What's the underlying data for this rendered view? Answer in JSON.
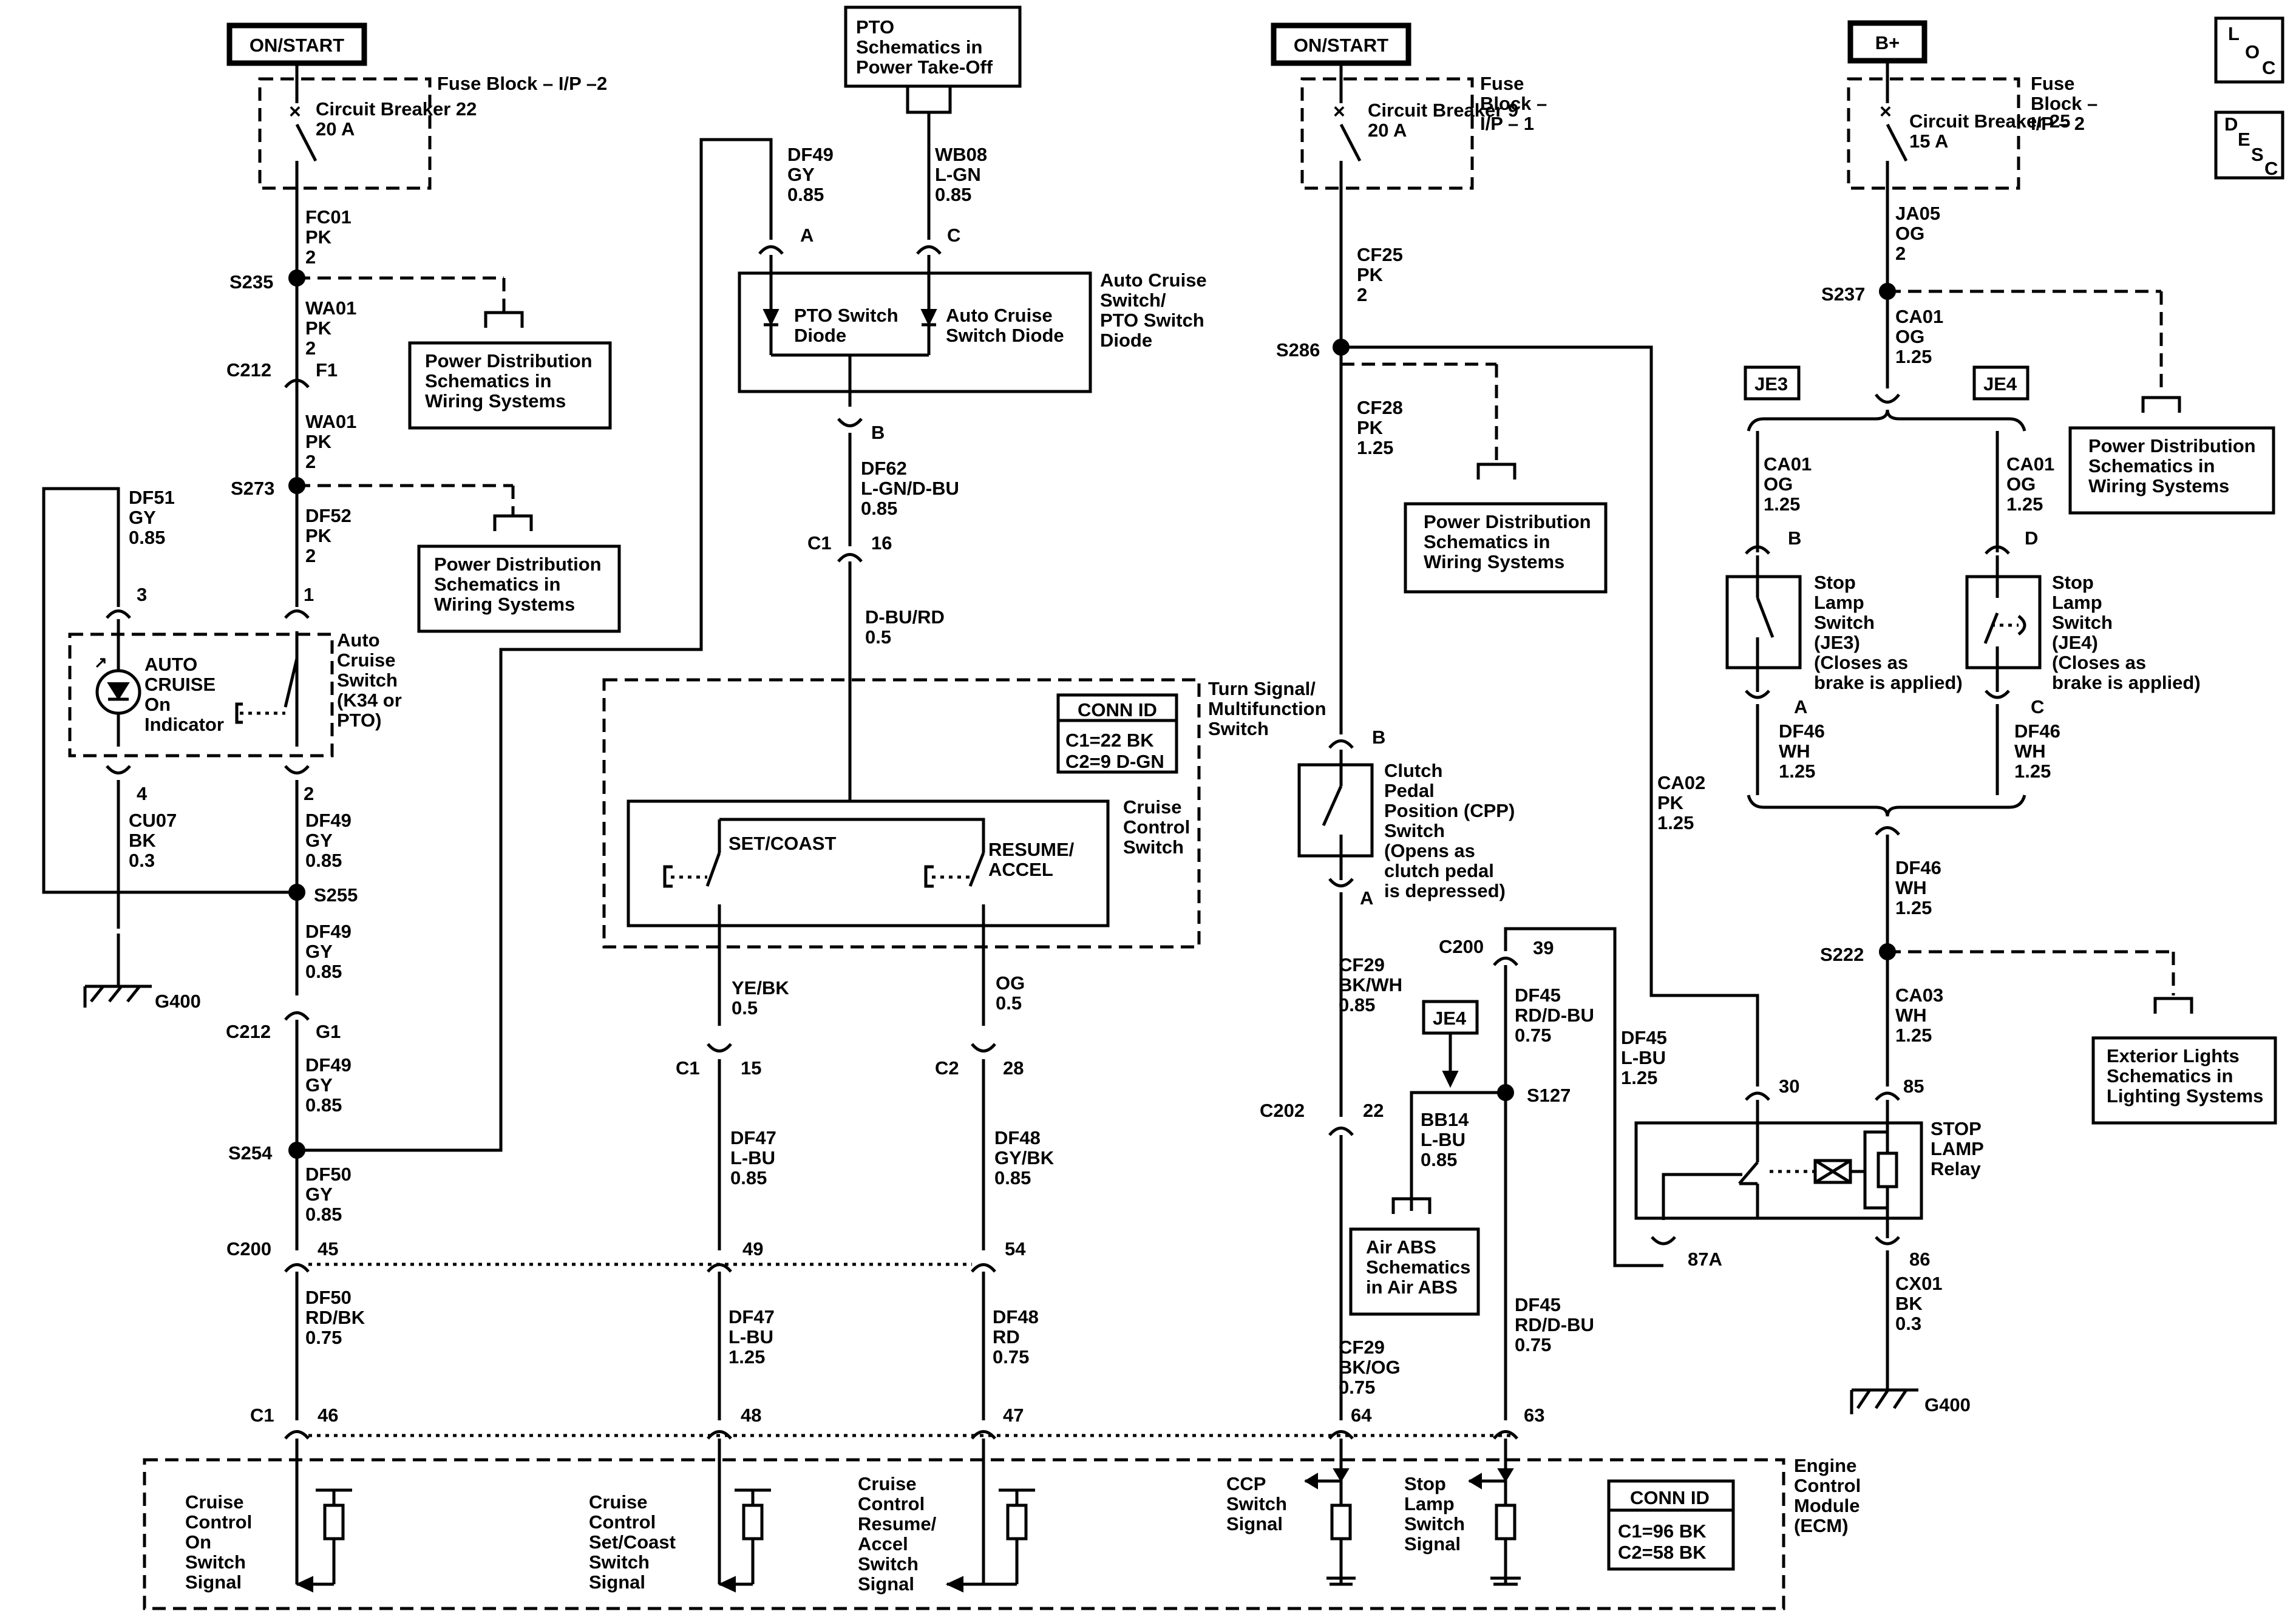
{
  "ignition": {
    "on_start_left": "ON/START",
    "on_start_right": "ON/START",
    "b_plus": "B+"
  },
  "refs": {
    "pto": "PTO Schematics in Power Take-Off",
    "loc": [
      "L",
      "O",
      "C"
    ],
    "desc": [
      "D",
      "E",
      "S",
      "C"
    ]
  },
  "fuses": {
    "cb22": {
      "name": "Circuit Breaker 22",
      "rating": "20 A",
      "block": "Fuse Block – I/P –2"
    },
    "cb9": {
      "name": "Circuit Breaker 9",
      "rating": "20 A",
      "block": "Fuse Block – I/P – 1"
    },
    "cb25": {
      "name": "Circuit Breaker 25",
      "rating": "15 A",
      "block": "Fuse Block – I/P – 2"
    }
  },
  "wires": {
    "fc01": [
      "FC01",
      "PK",
      "2"
    ],
    "wa01a": [
      "WA01",
      "PK",
      "2"
    ],
    "wa01b": [
      "WA01",
      "PK",
      "2"
    ],
    "df52": [
      "DF52",
      "PK",
      "2"
    ],
    "df51": [
      "DF51",
      "GY",
      "0.85"
    ],
    "cu07": [
      "CU07",
      "BK",
      "0.3"
    ],
    "df49a": [
      "DF49",
      "GY",
      "0.85"
    ],
    "df49b": [
      "DF49",
      "GY",
      "0.85"
    ],
    "df49c": [
      "DF49",
      "GY",
      "0.85"
    ],
    "df49top": [
      "DF49",
      "GY",
      "0.85"
    ],
    "df50a": [
      "DF50",
      "GY",
      "0.85"
    ],
    "df50b": [
      "DF50",
      "RD/BK",
      "0.75"
    ],
    "wb08": [
      "WB08",
      "L-GN",
      "0.85"
    ],
    "df62": [
      "DF62",
      "L-GN/D-BU",
      "0.85"
    ],
    "dbu": [
      "D-BU/RD",
      "0.5"
    ],
    "yebk": [
      "YE/BK",
      "0.5"
    ],
    "og05": [
      "OG",
      "0.5"
    ],
    "df47a": [
      "DF47",
      "L-BU",
      "0.85"
    ],
    "df47b": [
      "DF47",
      "L-BU",
      "1.25"
    ],
    "df48a": [
      "DF48",
      "GY/BK",
      "0.85"
    ],
    "df48b": [
      "DF48",
      "RD",
      "0.75"
    ],
    "cf25": [
      "CF25",
      "PK",
      "2"
    ],
    "cf28": [
      "CF28",
      "PK",
      "1.25"
    ],
    "cf29a": [
      "CF29",
      "BK/WH",
      "0.85"
    ],
    "cf29b": [
      "CF29",
      "BK/OG",
      "0.75"
    ],
    "df45a": [
      "DF45",
      "RD/D-BU",
      "0.75"
    ],
    "df45b": [
      "DF45",
      "L-BU",
      "1.25"
    ],
    "df45c": [
      "DF45",
      "RD/D-BU",
      "0.75"
    ],
    "bb14": [
      "BB14",
      "L-BU",
      "0.85"
    ],
    "ja05": [
      "JA05",
      "OG",
      "2"
    ],
    "ca01a": [
      "CA01",
      "OG",
      "1.25"
    ],
    "ca01b": [
      "CA01",
      "OG",
      "1.25"
    ],
    "ca01c": [
      "CA01",
      "OG",
      "1.25"
    ],
    "ca02": [
      "CA02",
      "PK",
      "1.25"
    ],
    "df46a": [
      "DF46",
      "WH",
      "1.25"
    ],
    "df46b": [
      "DF46",
      "WH",
      "1.25"
    ],
    "df46c": [
      "DF46",
      "WH",
      "1.25"
    ],
    "ca03": [
      "CA03",
      "WH",
      "1.25"
    ],
    "cx01": [
      "CX01",
      "BK",
      "0.3"
    ]
  },
  "splices": {
    "s235": "S235",
    "s273": "S273",
    "s255": "S255",
    "s254": "S254",
    "s286": "S286",
    "s127": "S127",
    "s237": "S237",
    "s222": "S222"
  },
  "connectors": {
    "c212a": "C212",
    "f1": "F1",
    "c212b": "C212",
    "g1": "G1",
    "c200a": "C200",
    "c200a_pin": "45",
    "p49": "49",
    "p54": "54",
    "c1a": "C1",
    "c1a_pin": "46",
    "p48": "48",
    "p47": "47",
    "p64": "64",
    "p63": "63",
    "c1_16": "C1",
    "p16": "16",
    "c1_15": "C1",
    "p15": "15",
    "c2_28": "C2",
    "p28": "28",
    "c202": "C202",
    "p22": "22",
    "c200b": "C200",
    "p39": "39",
    "pa": "A",
    "pc": "C",
    "pb": "B",
    "p3": "3",
    "p1": "1",
    "p4": "4",
    "p2": "2",
    "cpp_b": "B",
    "cpp_a": "A",
    "je3_b": "B",
    "je3_a": "A",
    "je4_d": "D",
    "je4_c": "C",
    "r30": "30",
    "r85": "85",
    "r86": "86",
    "r87a": "87A"
  },
  "grounds": {
    "g400a": "G400",
    "g400b": "G400"
  },
  "components": {
    "auto_cruise_switch": "Auto Cruise Switch (K34 or PTO)",
    "auto_cruise_ind": "AUTO CRUISE On Indicator",
    "diode_assy": "Auto Cruise Switch/ PTO Switch Diode",
    "pto_diode": "PTO Switch Diode",
    "ac_diode": "Auto Cruise Switch Diode",
    "turn_signal": "Turn Signal/ Multifunction Switch",
    "cruise_switch": "Cruise Control Switch",
    "set_coast": "SET/COAST",
    "resume": "RESUME/ ACCEL",
    "conn_id_1": {
      "title": "CONN ID",
      "l1": "C1=22 BK",
      "l2": "C2=9 D-GN"
    },
    "cpp": "Clutch Pedal Position (CPP) Switch (Opens as clutch pedal is depressed)",
    "je4_tag": "JE4",
    "je3_hdr": "JE3",
    "je4_hdr": "JE4",
    "stop_je3": "Stop Lamp Switch (JE3) (Closes as brake is applied)",
    "stop_je4": "Stop Lamp Switch (JE4) (Closes as brake is applied)",
    "relay": "STOP LAMP Relay",
    "ecm": "Engine Control Module (ECM)",
    "conn_id_2": {
      "title": "CONN ID",
      "l1": "C1=96 BK",
      "l2": "C2=58 BK"
    }
  },
  "signals": {
    "s1": "Cruise Control On Switch Signal",
    "s2": "Cruise Control Set/Coast Switch Signal",
    "s3": "Cruise Control Resume/ Accel Switch Signal",
    "s4": "CCP Switch Signal",
    "s5": "Stop Lamp Switch Signal"
  },
  "ref_boxes": {
    "pd1": "Power Distribution Schematics in Wiring Systems",
    "pd2": "Power Distribution Schematics in Wiring Systems",
    "pd3": "Power Distribution Schematics in Wiring Systems",
    "pd4": "Power Distribution Schematics in Wiring Systems",
    "abs": "Air ABS Schematics in Air ABS",
    "ext": "Exterior Lights Schematics in Lighting Systems"
  }
}
